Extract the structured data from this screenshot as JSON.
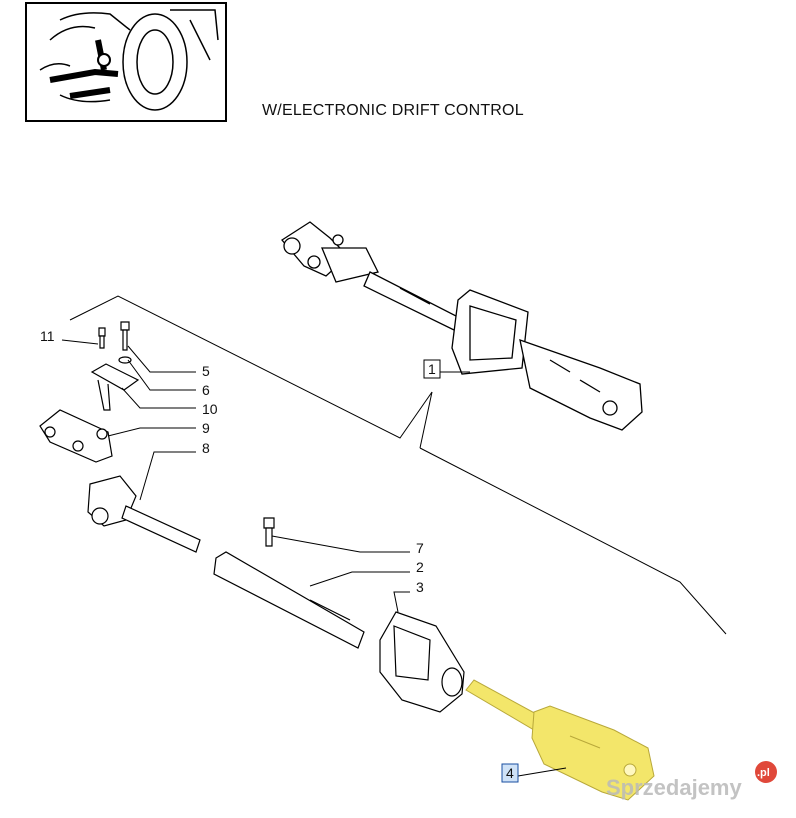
{
  "header": {
    "caption": "W/ELECTRONIC DRIFT CONTROL"
  },
  "callouts": {
    "c1": "1",
    "c2": "2",
    "c3": "3",
    "c4": "4",
    "c5": "5",
    "c6": "6",
    "c7": "7",
    "c8": "8",
    "c9": "9",
    "c10": "10",
    "c11": "11"
  },
  "highlight": {
    "selected_part": "4",
    "color": "#f3e66a"
  },
  "watermark": {
    "text": "Sprzedajemy",
    "suffix": ".pl"
  }
}
